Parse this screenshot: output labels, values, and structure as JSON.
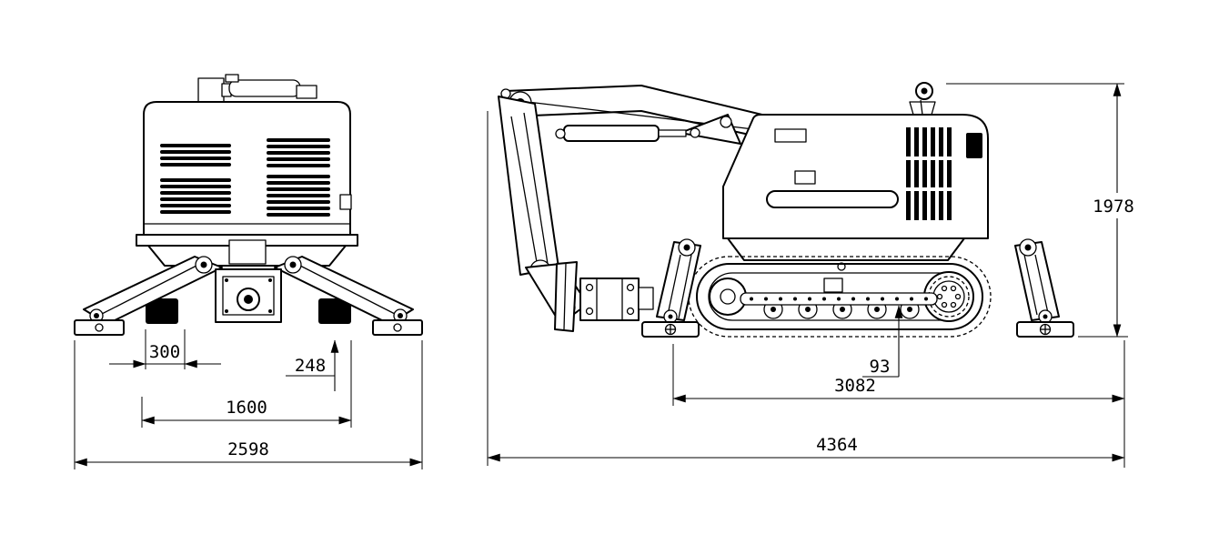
{
  "drawing": {
    "type": "technical-dimension-drawing",
    "subject": "tracked demolition robot, front and side orthographic views",
    "background_color": "#ffffff",
    "line_color": "#000000"
  },
  "front_view": {
    "dimensions": {
      "dim_300": "300",
      "dim_248": "248",
      "dim_1600": "1600",
      "dim_2598": "2598"
    }
  },
  "side_view": {
    "dimensions": {
      "dim_93": "93",
      "dim_3082": "3082",
      "dim_4364": "4364",
      "dim_1978": "1978"
    }
  }
}
